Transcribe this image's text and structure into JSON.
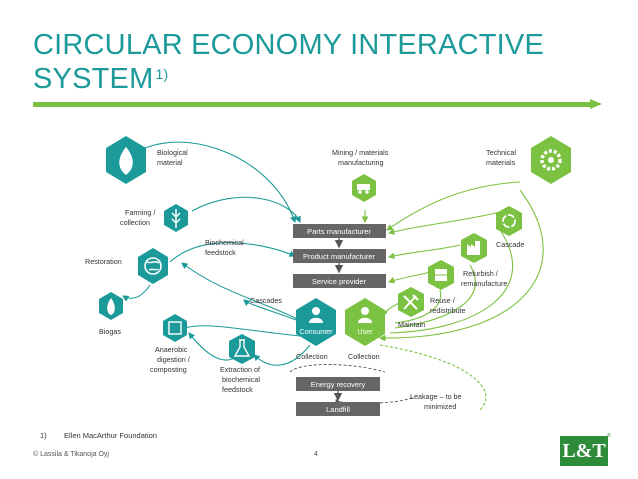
{
  "slide": {
    "title": "CIRCULAR ECONOMY INTERACTIVE SYSTEM",
    "title_line1": "CIRCULAR ECONOMY INTERACTIVE",
    "title_line2": "SYSTEM",
    "title_superscript": "1)",
    "footnote_number": "1)",
    "footnote_text": "Ellen MacArthur Foundation",
    "copyright": "© Lassila & Tikanoja Oyj",
    "page_number": "4",
    "logo_text": "L&T",
    "logo_mark": "®"
  },
  "colors": {
    "biological": "#1c9a9a",
    "technical": "#7cc242",
    "box": "#666666",
    "title": "#1c9a9a"
  },
  "diagram": {
    "biological_material": [
      "Biological",
      "material"
    ],
    "technical_materials": [
      "Technical",
      "materials"
    ],
    "mining": [
      "Mining / materials",
      "manufacturing"
    ],
    "farming": [
      "Farming /",
      "collection"
    ],
    "biochemical_feedstock": [
      "Biochemical",
      "feedstock"
    ],
    "restoration": "Restoration",
    "biogas": "Biogas",
    "anaerobic": [
      "Anaerobic",
      "digestion /",
      "composting"
    ],
    "extraction": [
      "Extraction of",
      "biochemical",
      "feedstock"
    ],
    "cascades": "Cascades",
    "cascade": "Cascade",
    "refurbish": [
      "Refurbish /",
      "remanufacture"
    ],
    "reuse": [
      "Reuse /",
      "redistribute"
    ],
    "maintain": "Maintain",
    "parts_manufacturer": "Parts manufacturer",
    "product_manufacturer": "Product manufacturer",
    "service_provider": "Service provider",
    "consumer": "Consumer",
    "user": "User",
    "collection_left": "Collection",
    "collection_right": "Collection",
    "energy_recovery": "Energy recovery",
    "landfill": "Landfill",
    "leakage": [
      "Leakage – to be",
      "minimized"
    ]
  },
  "icons": {
    "biological": "leaf-icon",
    "technical": "gear-icon",
    "mining": "truck-icon",
    "farming": "wheat-icon",
    "restoration": "globe-icon",
    "biogas": "flame-icon",
    "anaerobic": "compost-icon",
    "extraction": "flask-icon",
    "cascade": "recycle-icon",
    "refurbish": "factory-icon",
    "reuse": "box-icon",
    "maintain": "wrench-icon",
    "consumer": "person-icon",
    "user": "person-icon"
  }
}
